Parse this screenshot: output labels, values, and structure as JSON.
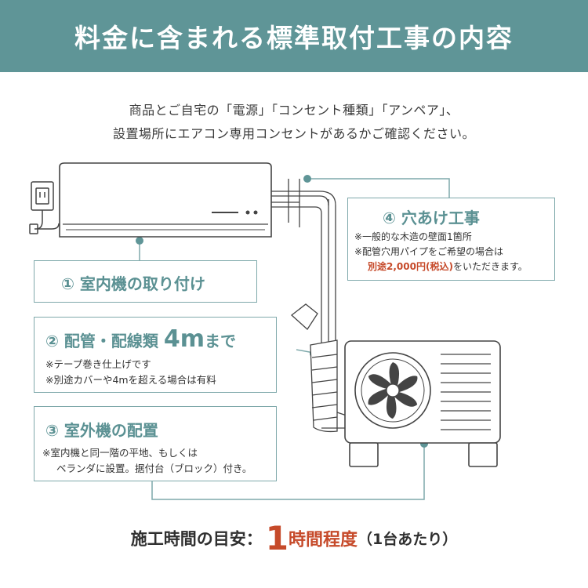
{
  "header": {
    "title": "料金に含まれる標準取付工事の内容"
  },
  "intro": {
    "line1": "商品とご自宅の「電源」「コンセント種類」「アンペア」、",
    "line2": "設置場所にエアコン専用コンセントがあるかご確認ください。"
  },
  "steps": {
    "s1": {
      "title": "① 室内機の取り付け"
    },
    "s2": {
      "title_prefix": "② 配管・配線類 ",
      "title_big": "4m",
      "title_suffix": "まで",
      "note1": "※テープ巻き仕上げです",
      "note2": "※別途カバーや4mを超える場合は有料"
    },
    "s3": {
      "title": "③ 室外機の配置",
      "note1": "※室内機と同一階の平地、もしくは",
      "note2": "ベランダに設置。据付台（ブロック）付き。"
    },
    "s4": {
      "title": "④ 穴あけ工事",
      "note1": "※一般的な木造の壁面1箇所",
      "note2": "※配管穴用パイプをご希望の場合は",
      "note3_red": "別途2,000円(税込)",
      "note3_rest": "をいただきます。"
    }
  },
  "footer": {
    "label": "施工時間の目安：",
    "number": "1",
    "value": "時間程度",
    "sub": "（1台あたり）"
  },
  "colors": {
    "teal": "#5f9597",
    "teal_text": "#5b9193",
    "accent_red": "#c64a2a",
    "line": "#444444"
  },
  "icons": [
    "power-outlet-icon",
    "fan-icon"
  ]
}
